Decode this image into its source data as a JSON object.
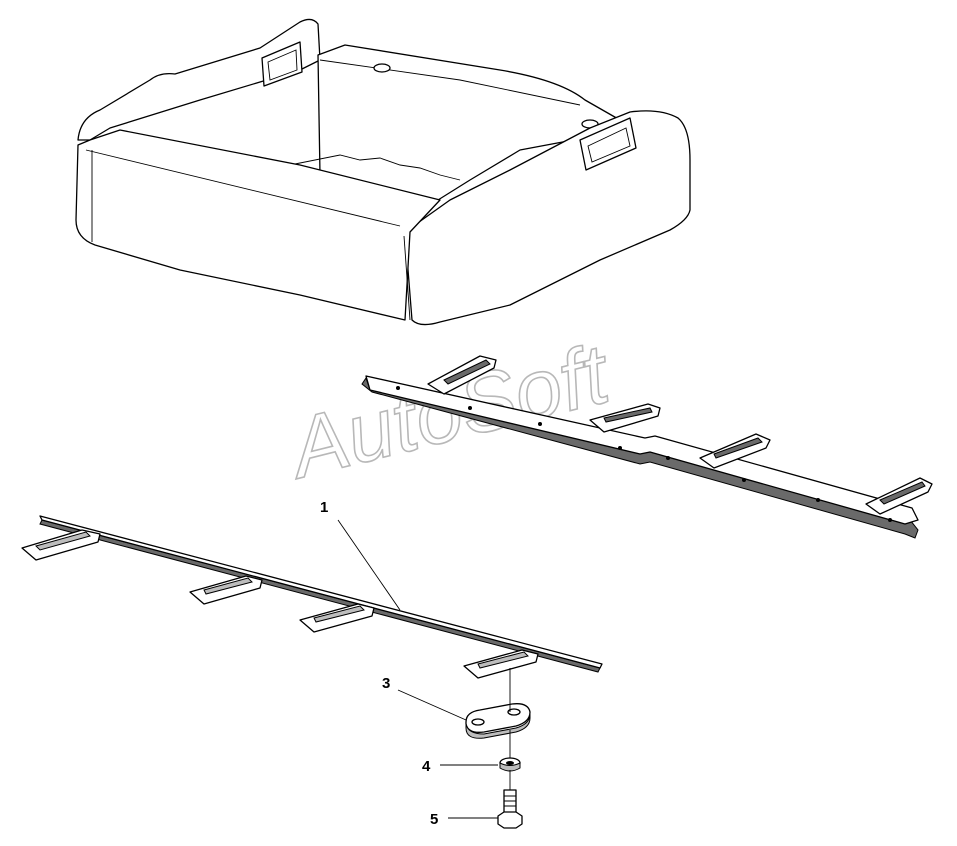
{
  "watermark": "AutoSoft",
  "callouts": [
    {
      "id": "1",
      "label": "1"
    },
    {
      "id": "3",
      "label": "3"
    },
    {
      "id": "4",
      "label": "4"
    },
    {
      "id": "5",
      "label": "5"
    }
  ],
  "colors": {
    "line": "#000000",
    "watermark": "#b8b8b8",
    "background": "#ffffff"
  }
}
